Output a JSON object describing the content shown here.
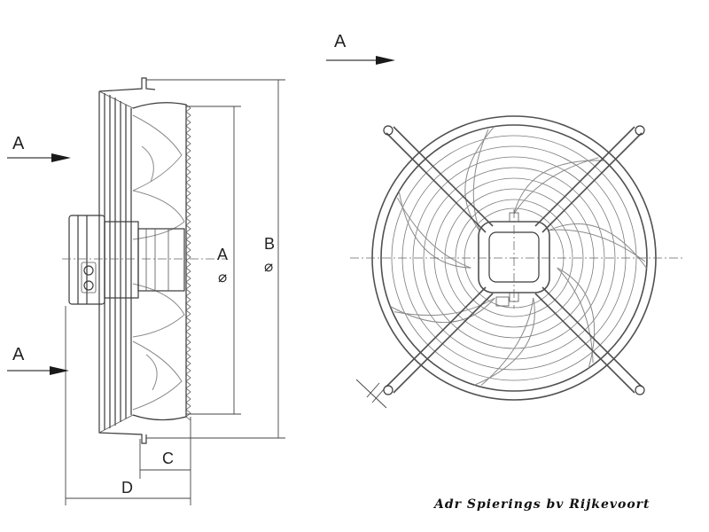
{
  "drawing": {
    "flow_label": "A",
    "dimension_labels": {
      "inner_diameter": "A",
      "outer_diameter": "B",
      "depth_short": "C",
      "depth_total": "D"
    },
    "diameter_symbol": "⌀",
    "credit": "Adr Spierings bv Rijkevoort"
  }
}
